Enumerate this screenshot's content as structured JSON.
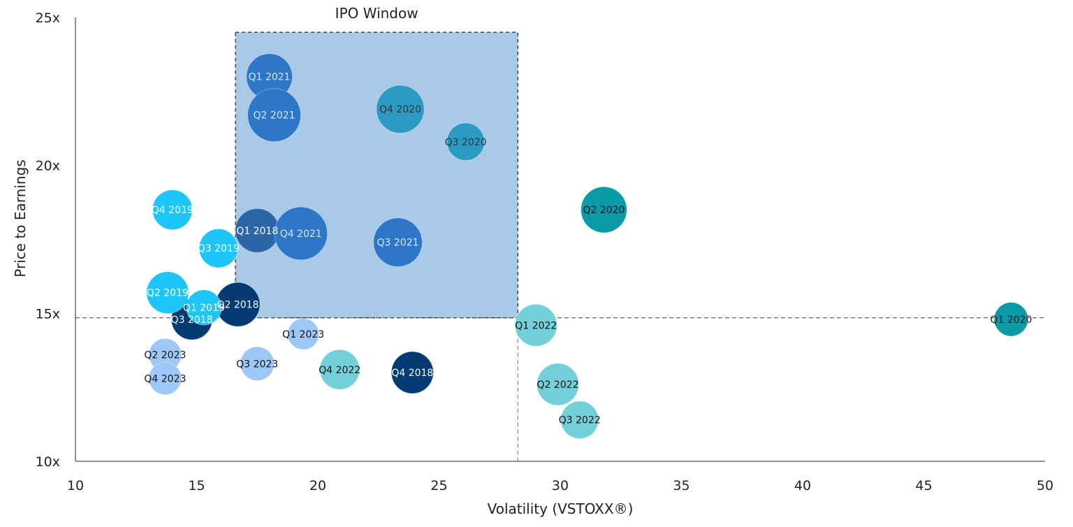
{
  "chart_data": {
    "type": "bubble",
    "title": "",
    "xlabel": "Volatility (VSTOXX®)",
    "ylabel": "Price to Earnings",
    "xlim": [
      10,
      50
    ],
    "ylim": [
      10,
      25
    ],
    "x_ticks": [
      "10",
      "15",
      "20",
      "25",
      "30",
      "35",
      "40",
      "45",
      "50"
    ],
    "y_ticks": [
      "10x",
      "15x",
      "20x",
      "25x"
    ],
    "grid": false,
    "threshold_lines": {
      "horizontal_y": 14.85,
      "vertical_x": 28.25
    },
    "ipo_window": {
      "label": "IPO Window",
      "x_range": [
        16.6,
        28.25
      ],
      "y_range": [
        14.85,
        24.5
      ]
    },
    "points": [
      {
        "label": "Q1 2018",
        "x": 17.5,
        "y": 17.8,
        "size": 1.1,
        "color": "#2b65a8",
        "label_color": "#ffffff"
      },
      {
        "label": "Q2 2018",
        "x": 16.7,
        "y": 15.3,
        "size": 1.1,
        "color": "#033a72",
        "label_color": "#ffffff"
      },
      {
        "label": "Q3 2018",
        "x": 14.8,
        "y": 14.8,
        "size": 0.95,
        "color": "#033a72",
        "label_color": "#ffffff"
      },
      {
        "label": "Q4 2018",
        "x": 23.9,
        "y": 13.0,
        "size": 1.0,
        "color": "#033a72",
        "label_color": "#ffffff"
      },
      {
        "label": "Q1 2019",
        "x": 15.3,
        "y": 15.2,
        "size": 0.7,
        "color": "#1ec5f8",
        "label_color": "#ffffff"
      },
      {
        "label": "Q2 2019",
        "x": 13.8,
        "y": 15.7,
        "size": 1.0,
        "color": "#1ec5f8",
        "label_color": "#ffffff"
      },
      {
        "label": "Q3 2019",
        "x": 15.9,
        "y": 17.2,
        "size": 0.85,
        "color": "#1ec5f8",
        "label_color": "#ffffff"
      },
      {
        "label": "Q4 2019",
        "x": 14.0,
        "y": 18.5,
        "size": 0.9,
        "color": "#1ec5f8",
        "label_color": "#ffffff"
      },
      {
        "label": "Q1 2020",
        "x": 48.6,
        "y": 14.8,
        "size": 0.65,
        "color": "#0a9ba7",
        "label_color": "#222222"
      },
      {
        "label": "Q2 2020",
        "x": 31.8,
        "y": 18.5,
        "size": 1.2,
        "color": "#0a9ba7",
        "label_color": "#111111"
      },
      {
        "label": "Q3 2020",
        "x": 26.1,
        "y": 20.8,
        "size": 0.8,
        "color": "#2b9bc4",
        "label_color": "#333333"
      },
      {
        "label": "Q4 2020",
        "x": 23.4,
        "y": 21.9,
        "size": 1.3,
        "color": "#2b9bc4",
        "label_color": "#333333"
      },
      {
        "label": "Q1 2021",
        "x": 18.0,
        "y": 23.0,
        "size": 1.2,
        "color": "#2e77c8",
        "label_color": "#d7e6f7"
      },
      {
        "label": "Q2 2021",
        "x": 18.2,
        "y": 21.7,
        "size": 1.6,
        "color": "#2e77c8",
        "label_color": "#d7e6f7"
      },
      {
        "label": "Q3 2021",
        "x": 23.3,
        "y": 17.4,
        "size": 1.35,
        "color": "#2e77c8",
        "label_color": "#d7e6f7"
      },
      {
        "label": "Q4 2021",
        "x": 19.3,
        "y": 17.7,
        "size": 1.6,
        "color": "#2e77c8",
        "label_color": "#d7e6f7"
      },
      {
        "label": "Q1 2022",
        "x": 29.0,
        "y": 14.6,
        "size": 1.0,
        "color": "#73d0d8",
        "label_color": "#111111"
      },
      {
        "label": "Q2 2022",
        "x": 29.9,
        "y": 12.6,
        "size": 1.0,
        "color": "#73d0d8",
        "label_color": "#111111"
      },
      {
        "label": "Q3 2022",
        "x": 30.8,
        "y": 11.4,
        "size": 0.8,
        "color": "#73d0d8",
        "label_color": "#111111"
      },
      {
        "label": "Q4 2022",
        "x": 20.9,
        "y": 13.1,
        "size": 0.9,
        "color": "#73d0d8",
        "label_color": "#111111"
      },
      {
        "label": "Q1 2023",
        "x": 19.4,
        "y": 14.3,
        "size": 0.55,
        "color": "#9ec8f8",
        "label_color": "#111111"
      },
      {
        "label": "Q2 2023",
        "x": 13.7,
        "y": 13.6,
        "size": 0.6,
        "color": "#9ec8f8",
        "label_color": "#111111"
      },
      {
        "label": "Q3 2023",
        "x": 17.5,
        "y": 13.3,
        "size": 0.65,
        "color": "#9ec8f8",
        "label_color": "#111111"
      },
      {
        "label": "Q4 2023",
        "x": 13.7,
        "y": 12.8,
        "size": 0.6,
        "color": "#9ec8f8",
        "label_color": "#111111"
      }
    ],
    "colors": {
      "ipo_window_fill": "#a9c9e8",
      "axis": "#555555",
      "reference_line": "#555555"
    }
  }
}
